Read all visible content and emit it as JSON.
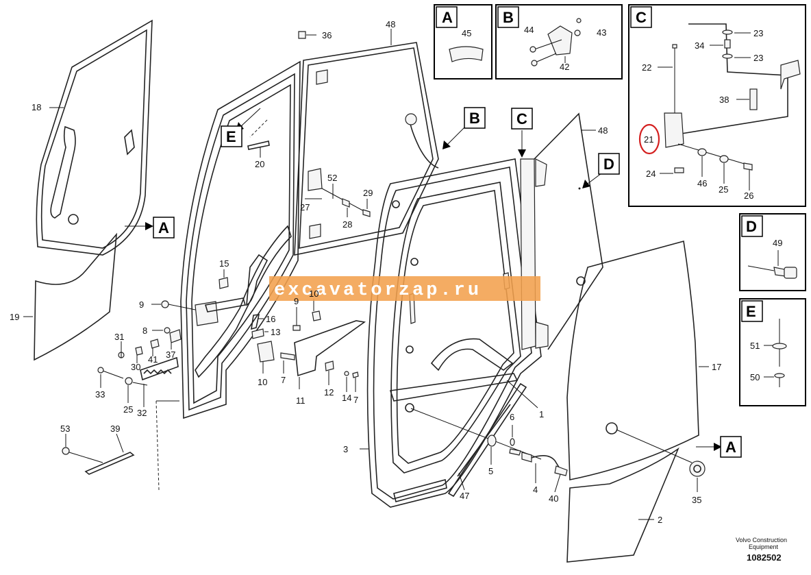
{
  "callouts": [
    {
      "id": "c48a",
      "text": "48"
    },
    {
      "id": "c36",
      "text": "36"
    },
    {
      "id": "c18",
      "text": "18"
    },
    {
      "id": "c20",
      "text": "20"
    },
    {
      "id": "c52",
      "text": "52"
    },
    {
      "id": "c29",
      "text": "29"
    },
    {
      "id": "c27",
      "text": "27"
    },
    {
      "id": "c28",
      "text": "28"
    },
    {
      "id": "c15",
      "text": "15"
    },
    {
      "id": "c9a",
      "text": "9"
    },
    {
      "id": "c9b",
      "text": "9"
    },
    {
      "id": "c10a",
      "text": "10"
    },
    {
      "id": "c16",
      "text": "16"
    },
    {
      "id": "c13",
      "text": "13"
    },
    {
      "id": "c19",
      "text": "19"
    },
    {
      "id": "c8",
      "text": "8"
    },
    {
      "id": "c31",
      "text": "31"
    },
    {
      "id": "c37",
      "text": "37"
    },
    {
      "id": "c30",
      "text": "30"
    },
    {
      "id": "c41",
      "text": "41"
    },
    {
      "id": "c10b",
      "text": "10"
    },
    {
      "id": "c7a",
      "text": "7"
    },
    {
      "id": "c11",
      "text": "11"
    },
    {
      "id": "c12",
      "text": "12"
    },
    {
      "id": "c14",
      "text": "14"
    },
    {
      "id": "c7b",
      "text": "7"
    },
    {
      "id": "c33",
      "text": "33"
    },
    {
      "id": "c25a",
      "text": "25"
    },
    {
      "id": "c32",
      "text": "32"
    },
    {
      "id": "c53",
      "text": "53"
    },
    {
      "id": "c39",
      "text": "39"
    },
    {
      "id": "c3",
      "text": "3"
    },
    {
      "id": "c47",
      "text": "47"
    },
    {
      "id": "c1",
      "text": "1"
    },
    {
      "id": "c6",
      "text": "6"
    },
    {
      "id": "c5",
      "text": "5"
    },
    {
      "id": "c4",
      "text": "4"
    },
    {
      "id": "c40",
      "text": "40"
    },
    {
      "id": "c48b",
      "text": "48"
    },
    {
      "id": "c17",
      "text": "17"
    },
    {
      "id": "c35",
      "text": "35"
    },
    {
      "id": "c2",
      "text": "2"
    },
    {
      "id": "cA45",
      "text": "45"
    },
    {
      "id": "cB44",
      "text": "44"
    },
    {
      "id": "cB43",
      "text": "43"
    },
    {
      "id": "cB42",
      "text": "42"
    },
    {
      "id": "cC23a",
      "text": "23"
    },
    {
      "id": "cC34",
      "text": "34"
    },
    {
      "id": "cC23b",
      "text": "23"
    },
    {
      "id": "cC22",
      "text": "22"
    },
    {
      "id": "cC38",
      "text": "38"
    },
    {
      "id": "cC21",
      "text": "21"
    },
    {
      "id": "cC24",
      "text": "24"
    },
    {
      "id": "cC46",
      "text": "46"
    },
    {
      "id": "cC25",
      "text": "25"
    },
    {
      "id": "cC26",
      "text": "26"
    },
    {
      "id": "cD49",
      "text": "49"
    },
    {
      "id": "cE51",
      "text": "51"
    },
    {
      "id": "cE50",
      "text": "50"
    }
  ],
  "detail_labels": {
    "A": "A",
    "B": "B",
    "C": "C",
    "D": "D",
    "E": "E"
  },
  "watermark": "excavatorzap.ru",
  "caption": {
    "line1": "Volvo Construction",
    "line2": "Equipment",
    "number": "1082502"
  },
  "colors": {
    "watermark_band": "#f2a04d",
    "highlight_circle": "#d42020",
    "line": "#111111"
  }
}
